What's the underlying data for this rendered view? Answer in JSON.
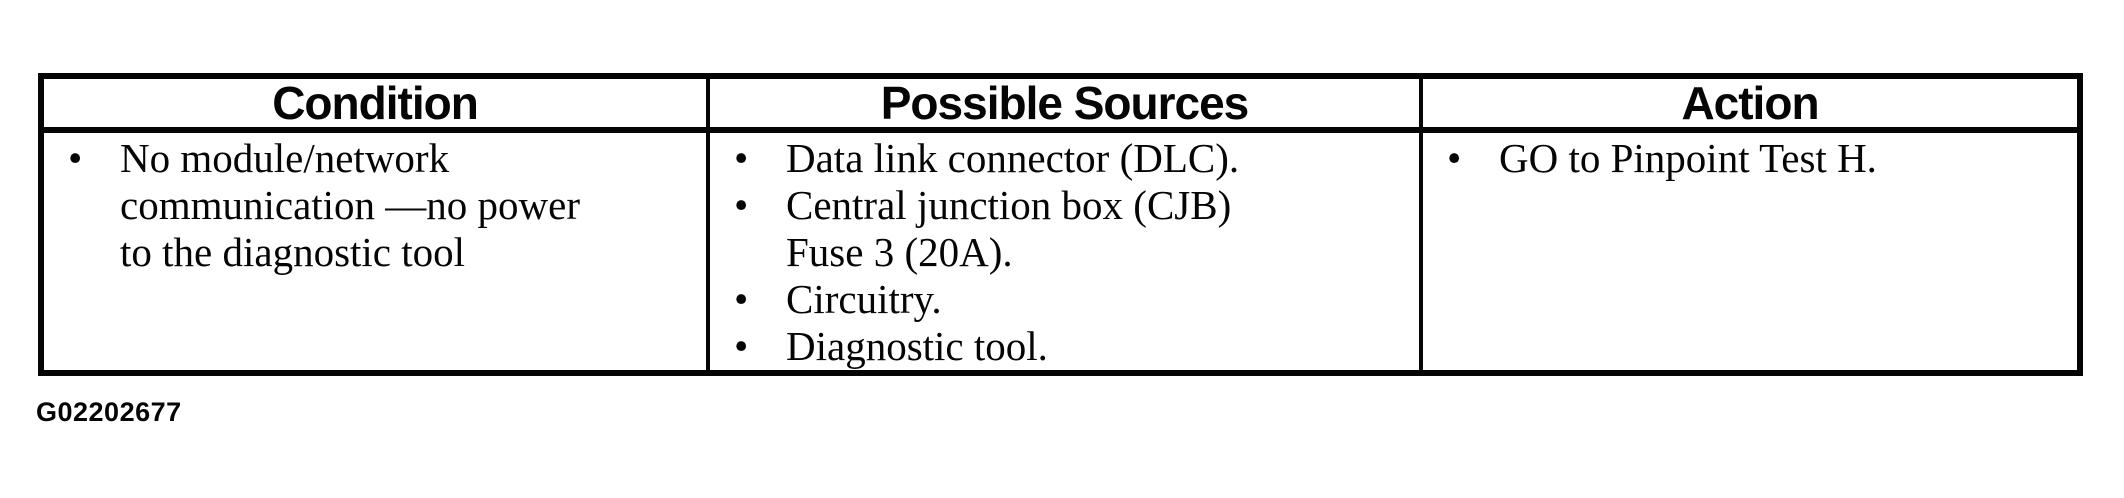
{
  "page": {
    "background": "#ffffff",
    "ink_color": "#050505",
    "figure_code": "G02202677"
  },
  "table": {
    "bullet": "•",
    "headers": [
      {
        "label": "Condition"
      },
      {
        "label": "Possible Sources"
      },
      {
        "label": "Action"
      }
    ],
    "row": {
      "condition_items": [
        {
          "text": "No module/network\ncommunication —no power\nto the diagnostic tool"
        }
      ],
      "source_items": [
        {
          "text": "Data link connector (DLC)."
        },
        {
          "text": "Central junction box (CJB)\nFuse 3 (20A)."
        },
        {
          "text": "Circuitry."
        },
        {
          "text": "Diagnostic tool."
        }
      ],
      "action_items": [
        {
          "text": "GO to Pinpoint Test H."
        }
      ]
    }
  }
}
